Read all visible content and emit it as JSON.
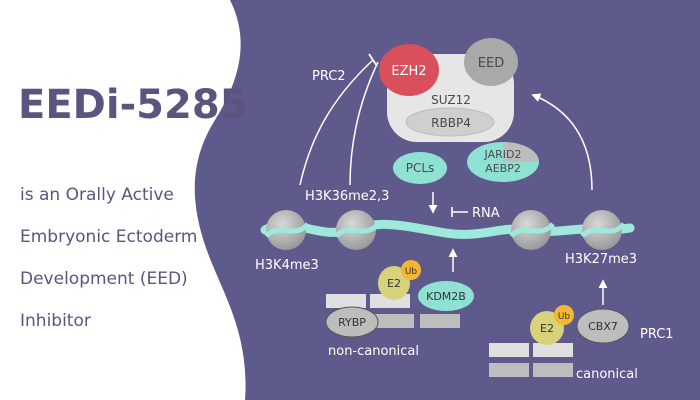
{
  "title": "EEDi-5285",
  "subtitle_lines": [
    "is an Orally Active",
    "Embryonic Ectoderm",
    "Development (EED)",
    "Inhibitor"
  ],
  "colors": {
    "background_panel": "#5f5a8c",
    "left_bg": "#ffffff",
    "title_text": "#5a557e",
    "arrow": "#ffffff",
    "ezh2": "#d94f5c",
    "eed": "#a9a9a9",
    "complex_body": "#e6e6e6",
    "rbbp4": "#cfcfcf",
    "pcls": "#8fe1d3",
    "jarid2": "#8fe1d3",
    "dna": "#9fe9dc",
    "nucleosome": "#bdbdbd",
    "e2": "#d8d27a",
    "ub": "#f2b733",
    "kdm2b": "#8fe1d3",
    "cbx7": "#bdbdbd",
    "rybp": "#bdbdbd",
    "box": "#c9c9c9"
  },
  "diagram": {
    "prc2_label": "PRC2",
    "prc1_label": "PRC1",
    "ezh2": "EZH2",
    "eed": "EED",
    "suz12": "SUZ12",
    "rbbp4": "RBBP4",
    "pcls": "PCLs",
    "jarid2": "JARID2",
    "aebp2": "AEBP2",
    "h3k36": "H3K36me2,3",
    "rna": "RNA",
    "h3k4": "H3K4me3",
    "h3k27": "H3K27me3",
    "e2": "E2",
    "ub": "Ub",
    "kdm2b": "KDM2B",
    "rybp": "RYBP",
    "noncanonical": "non-canonical",
    "cbx7": "CBX7",
    "canonical": "canonical"
  }
}
